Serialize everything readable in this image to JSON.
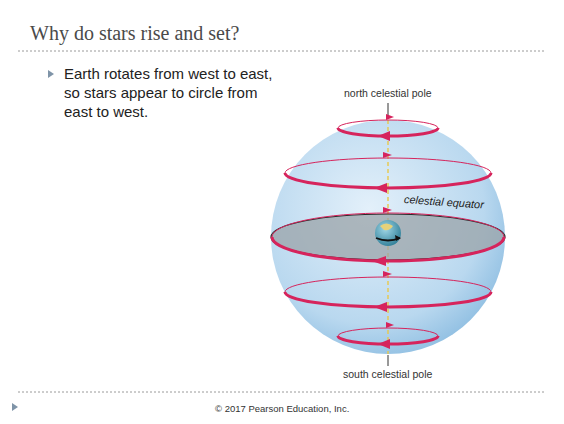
{
  "diagram": {
    "title": "Why do stars rise and set?",
    "labels": [
      "Earth rotates from west to east, so stars appear to circle from east to west.",
      "north celestial pole",
      "celestial equator",
      "south celestial pole",
      "© 2017 Pearson Education, Inc."
    ]
  }
}
